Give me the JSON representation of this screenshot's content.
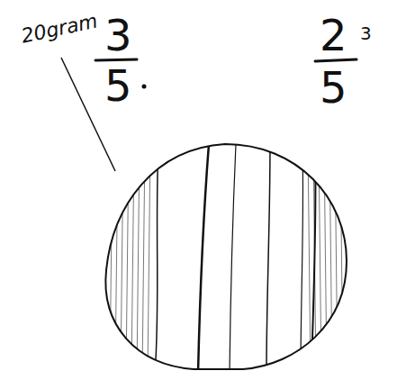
{
  "diagram": {
    "labels": [
      "3",
      "5",
      "2",
      "5",
      "3",
      "20gram"
    ]
  }
}
